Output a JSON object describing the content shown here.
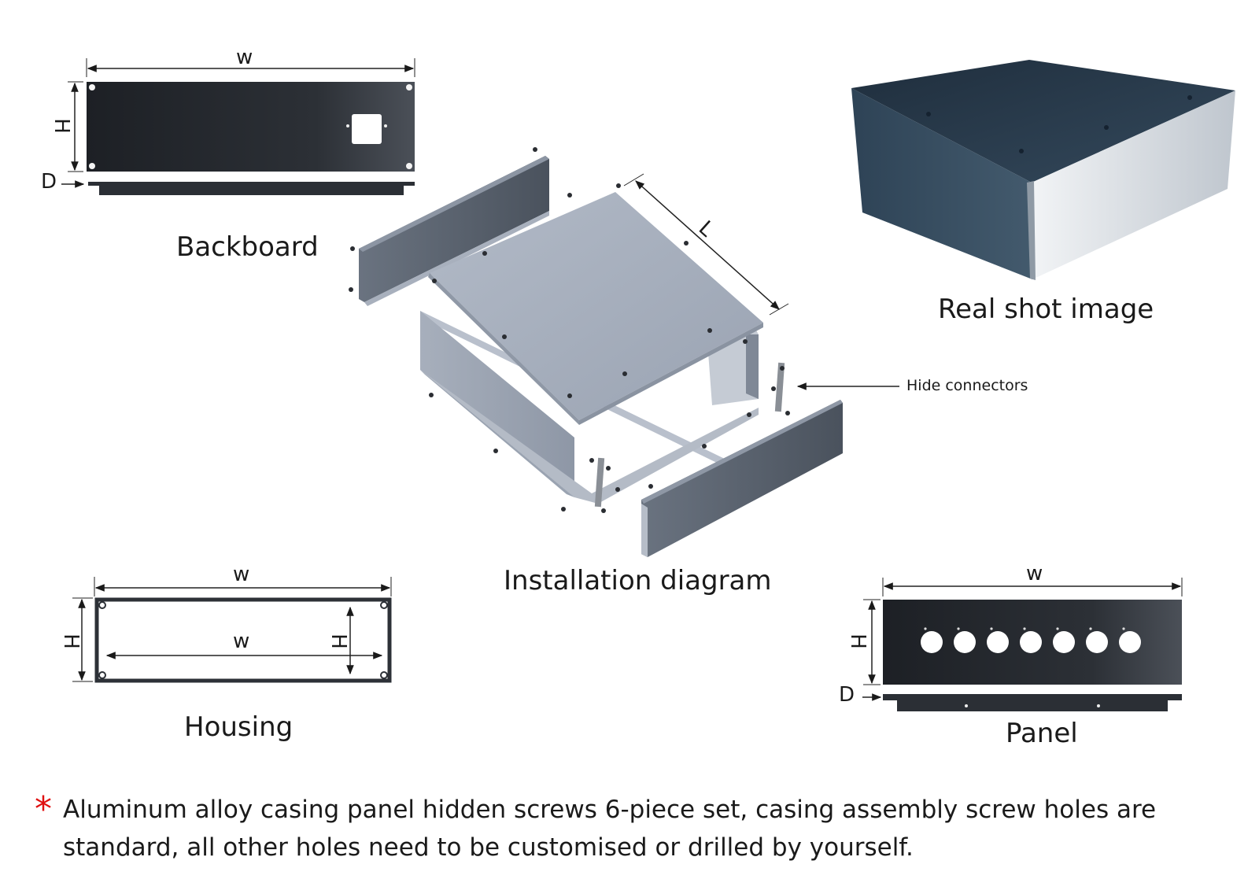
{
  "labels": {
    "backboard": "Backboard",
    "installation": "Installation diagram",
    "real_shot": "Real shot image",
    "housing": "Housing",
    "panel": "Panel",
    "hide_connectors": "Hide connectors"
  },
  "dimensions": {
    "w": "w",
    "h": "H",
    "d": "D",
    "l": "L"
  },
  "note": {
    "marker": "*",
    "text": "Aluminum alloy casing panel hidden screws 6-piece set, casing assembly screw holes are standard, all other holes need to be customised or drilled by yourself."
  },
  "colors": {
    "note_marker": "#e01010",
    "panel_dark": "#2b2f35",
    "sheet_light": "#a9b1bf",
    "box_dark": "#2f4254",
    "box_face": "#d8dde3"
  }
}
